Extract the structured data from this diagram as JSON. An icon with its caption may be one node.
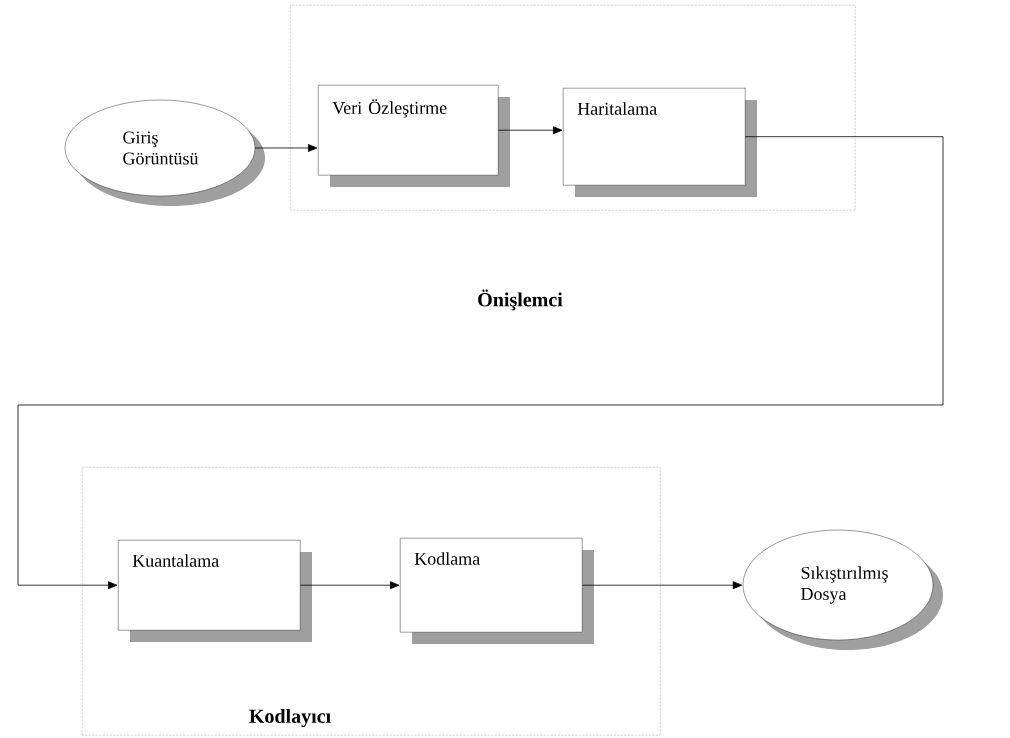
{
  "diagram": {
    "nodes": [
      {
        "text": [
          "Giriş Görüntüsü"
        ]
      },
      {
        "text": [
          "Önişlemci"
        ]
      },
      {
        "text": [
          "Veri Özleştirme"
        ],
        "in": 1
      },
      {
        "text": [
          "Haritalama"
        ],
        "in": 1
      },
      {
        "text": [
          "Kodlayıcı"
        ]
      },
      {
        "text": [
          "Kuantalama"
        ],
        "in": 4
      },
      {
        "text": [
          "Kodlama"
        ],
        "in": 4
      },
      {
        "text": [
          "Sıkıştırılmış Dosya"
        ]
      }
    ],
    "edges": [
      {
        "from": 0,
        "to": 2,
        "arrow": "to"
      },
      {
        "from": 2,
        "to": 3,
        "arrow": "to"
      },
      {
        "from": 3,
        "to": 5,
        "arrow": "to"
      },
      {
        "from": 5,
        "to": 6,
        "arrow": "to"
      },
      {
        "from": 6,
        "to": 7,
        "arrow": "to"
      }
    ]
  }
}
